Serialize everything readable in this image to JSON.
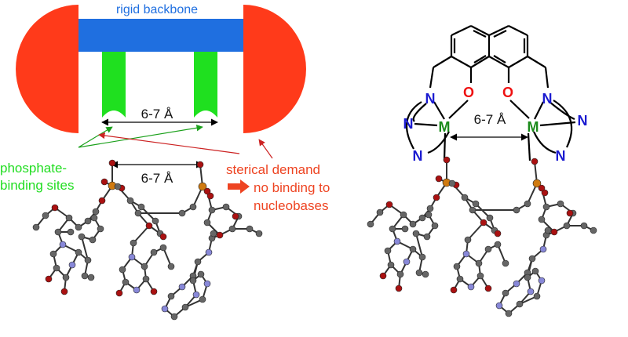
{
  "labels": {
    "rigid_backbone": "rigid backbone",
    "distance_top": "6-7 Å",
    "distance_mid": "6-7 Å",
    "distance_right": "6-7 Å",
    "phosphate_line1": "phosphate-",
    "phosphate_line2": "binding sites",
    "sterical_demand": "sterical demand",
    "no_binding_line1": "no binding to",
    "no_binding_line2": "nucleobases"
  },
  "atoms": {
    "N": "N",
    "O": "O",
    "M": "M"
  },
  "colors": {
    "backbone": "#1f6fe0",
    "bulk": "#ff3a1a",
    "binding_site": "#1fe01f",
    "green_text": "#22dd22",
    "red_text": "#ee4422",
    "nitrogen": "#1a1ad0",
    "oxygen": "#ee1111",
    "metal": "#1a8a1a",
    "carbon_atom": "#666666",
    "phosphorus_atom": "#d07a10",
    "nitrogen_atom": "#8888d8",
    "oxygen_atom": "#aa1111"
  }
}
